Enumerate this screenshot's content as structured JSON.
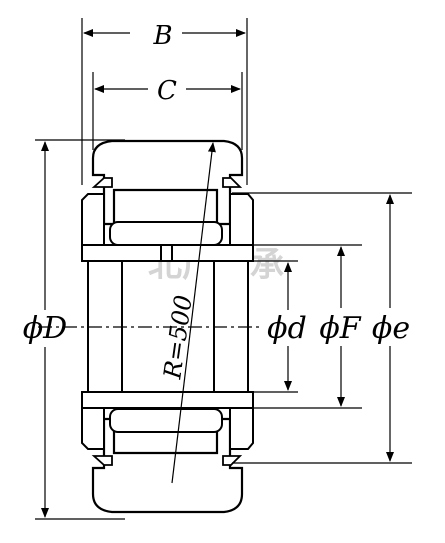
{
  "labels": {
    "b": "B",
    "c": "C",
    "d_outer": "ϕD",
    "d_inner": "ϕd",
    "f": "ϕF",
    "e": "ϕe",
    "radius": "R=500"
  },
  "watermark": "北广轴承",
  "colors": {
    "line": "#000000",
    "fill": "#ffffff",
    "shade": "#dcdcdc",
    "watermark": "#d4d4d4"
  }
}
